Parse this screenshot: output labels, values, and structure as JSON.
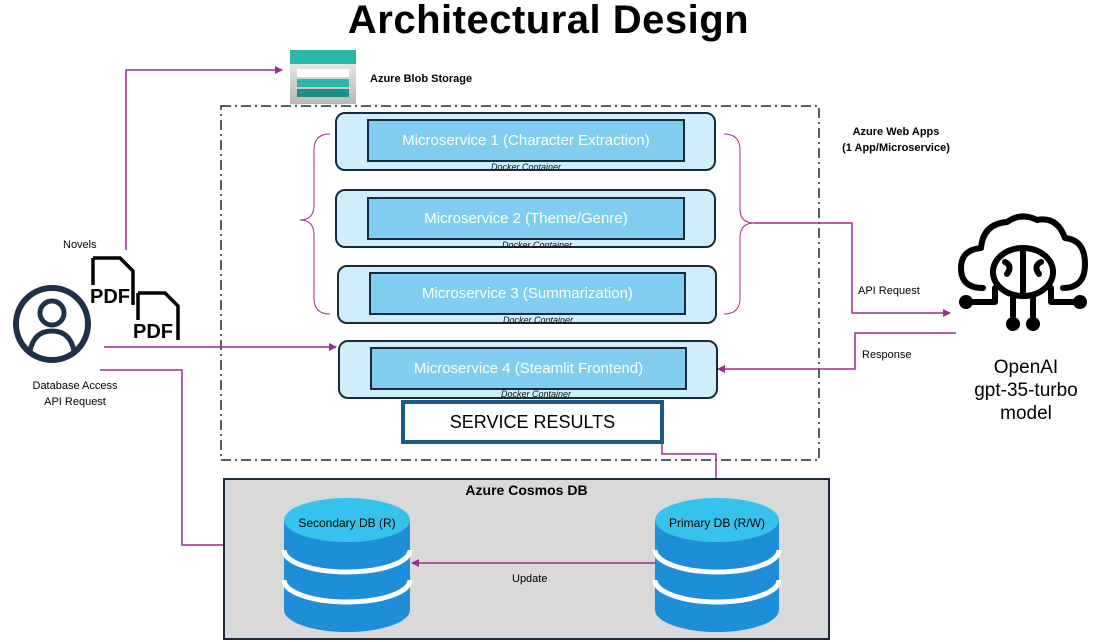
{
  "title": "Architectural Design",
  "blob_storage": {
    "label": "Azure Blob Storage"
  },
  "web_apps": {
    "line1": "Azure Web Apps",
    "line2": "(1 App/Microservice)"
  },
  "microservices": [
    {
      "label": "Microservice 1 (Character Extraction)",
      "container": "Docker Container"
    },
    {
      "label": "Microservice 2 (Theme/Genre)",
      "container": "Docker Container"
    },
    {
      "label": "Microservice 3 (Summarization)",
      "container": "Docker Container"
    },
    {
      "label": "Microservice 4 (Steamlit Frontend)",
      "container": "Docker Container"
    }
  ],
  "service_results": "SERVICE RESULTS",
  "user": {
    "novels_label": "Novels",
    "pdf_text": "PDF",
    "access_line1": "Database Access",
    "access_line2": "API Request"
  },
  "openai": {
    "line1": "OpenAI",
    "line2": "gpt-35-turbo",
    "line3": "model",
    "api_request": "API Request",
    "response": "Response"
  },
  "cosmos": {
    "title": "Azure Cosmos DB",
    "secondary": "Secondary DB (R)",
    "primary": "Primary DB (R/W)",
    "update": "Update"
  },
  "colors": {
    "arrow": "#9b2d8f",
    "db_top": "#35c3ee",
    "db_body": "#1e8ed8",
    "ms_outer": "#cfeefb",
    "ms_inner": "#80cdef"
  }
}
